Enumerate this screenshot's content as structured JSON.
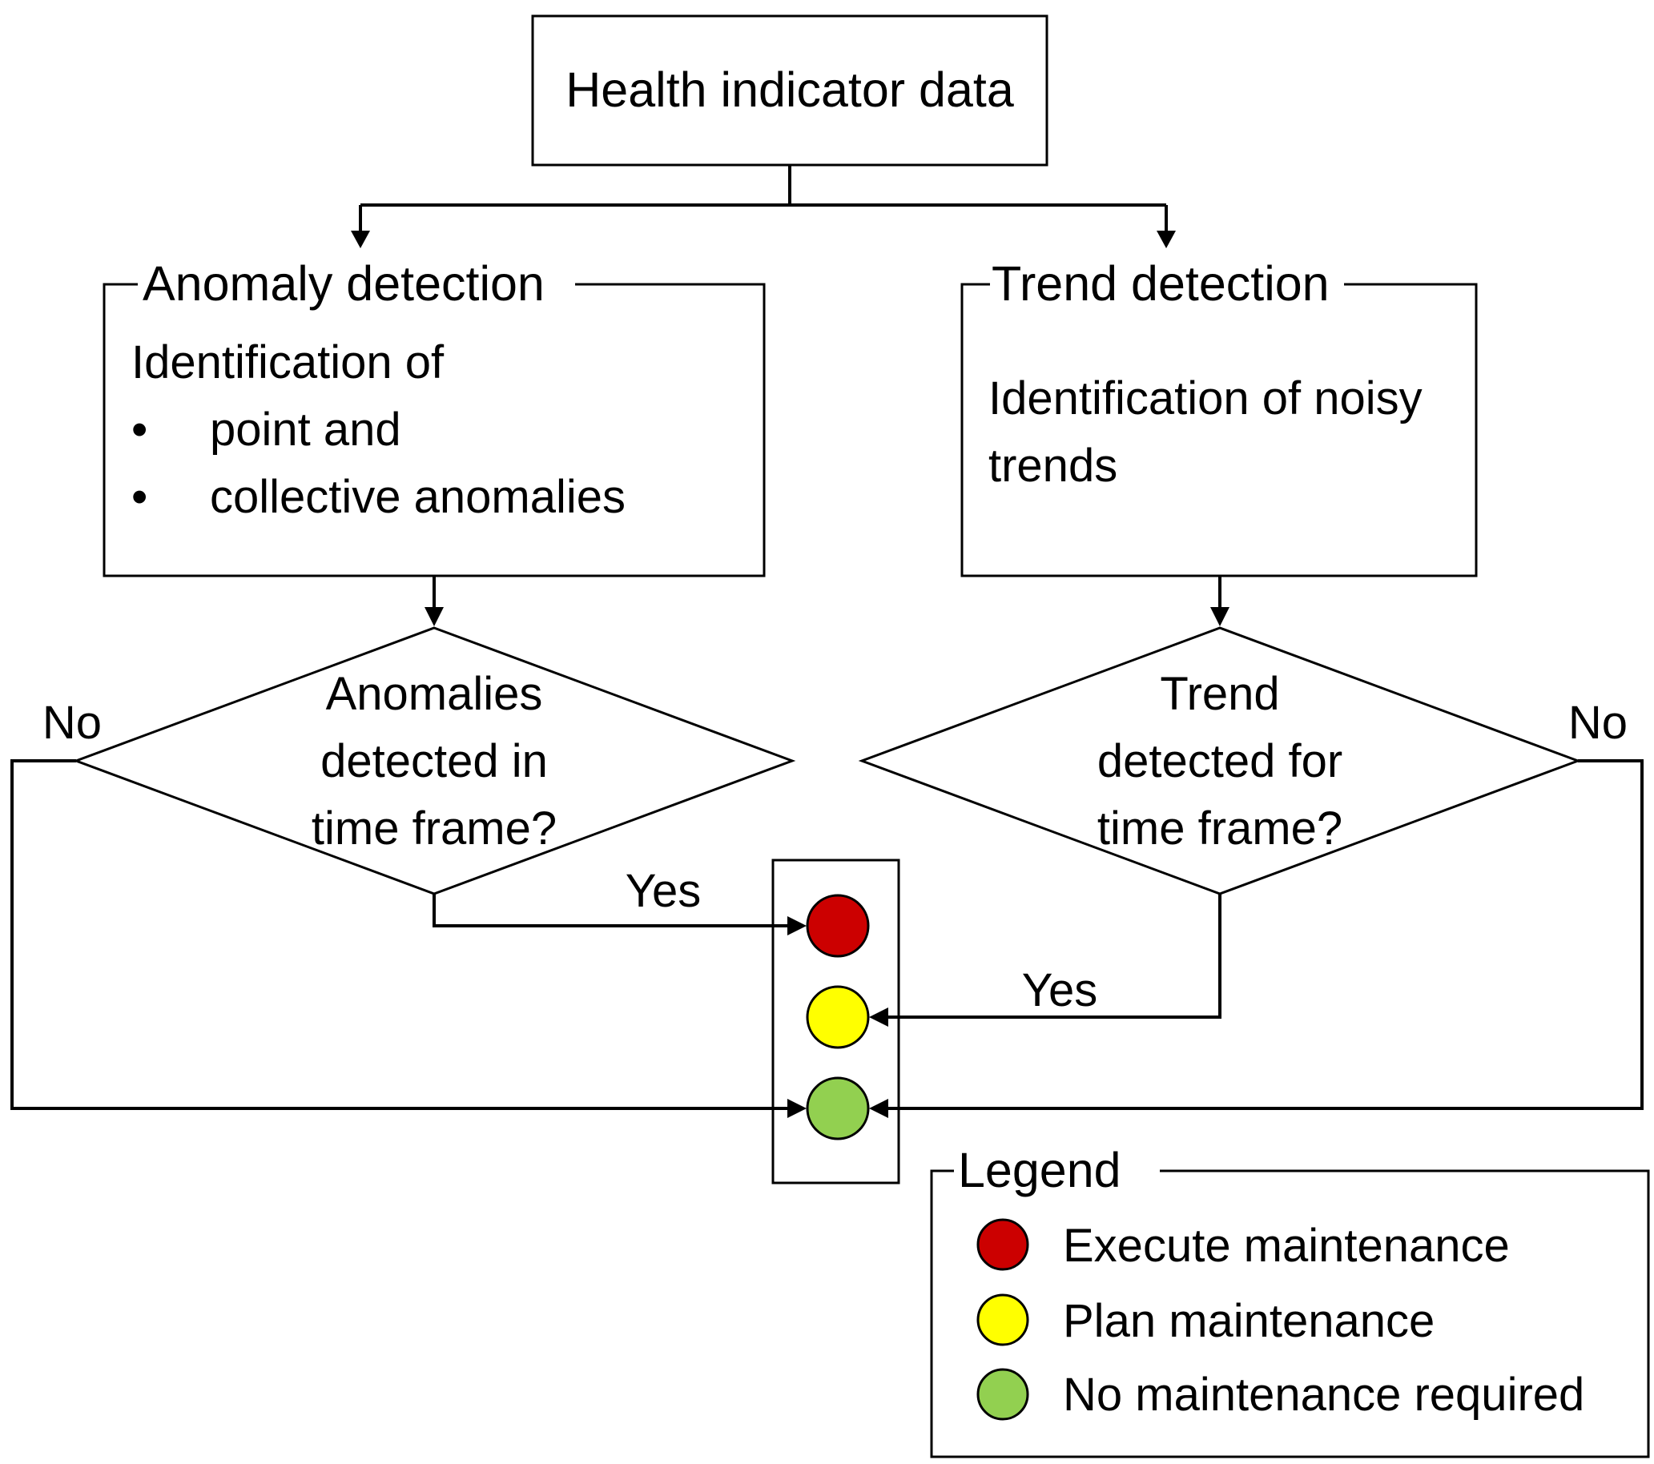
{
  "start_box": {
    "label": "Health indicator data"
  },
  "anomaly_box": {
    "title": "Anomaly detection",
    "intro": "Identification of",
    "bullet_glyph": "•",
    "bullets": [
      "point and",
      "collective anomalies"
    ]
  },
  "trend_box": {
    "title": "Trend detection",
    "lines": [
      "Identification of noisy",
      "trends"
    ]
  },
  "anomaly_decision": {
    "lines": [
      "Anomalies",
      "detected in",
      "time frame?"
    ]
  },
  "trend_decision": {
    "lines": [
      "Trend",
      "detected for",
      "time frame?"
    ]
  },
  "edge_labels": {
    "anomaly_no": "No",
    "anomaly_yes": "Yes",
    "trend_no": "No",
    "trend_yes": "Yes"
  },
  "traffic_light": {
    "colors": {
      "red": "#cc0000",
      "yellow": "#ffff00",
      "green": "#92d050"
    }
  },
  "legend": {
    "title": "Legend",
    "items": [
      {
        "label": "Execute maintenance",
        "color": "#cc0000"
      },
      {
        "label": "Plan maintenance",
        "color": "#ffff00"
      },
      {
        "label": "No maintenance required",
        "color": "#92d050"
      }
    ]
  }
}
